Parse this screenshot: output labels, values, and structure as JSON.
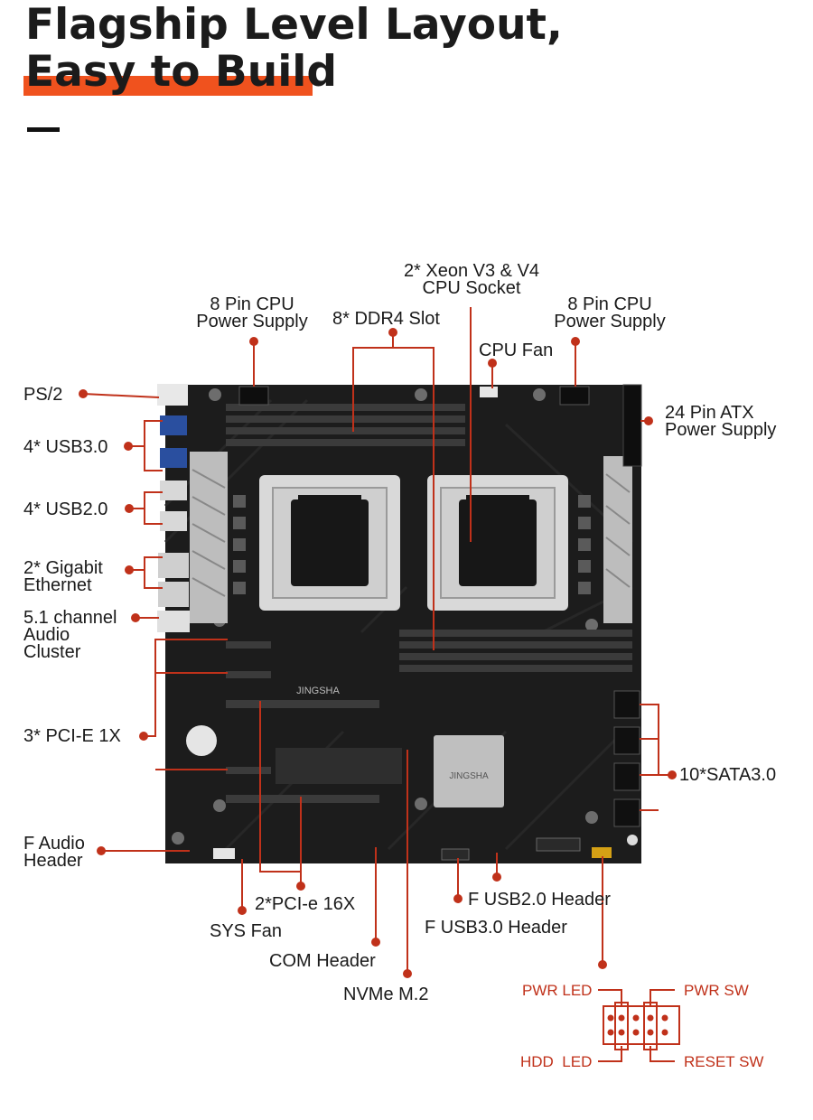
{
  "heading": {
    "line1": "Flagship Level Layout,",
    "line2": "Easy to Build"
  },
  "board": {
    "brand_logo_text": "JINGSHA",
    "heatsink_logo_text": "JINGSHA",
    "accent_color": "#c0311a",
    "board_color": "#1c1c1c"
  },
  "labels": {
    "ps2": "PS/2",
    "usb30": "4* USB3.0",
    "usb20": "4* USB2.0",
    "ethernet": "2* Gigabit\nEthernet",
    "audio": "5.1 channel\nAudio\nCluster",
    "pcie1x": "3* PCI-E 1X",
    "faudio": "F Audio\nHeader",
    "cpu_power_left": "8 Pin CPU\nPower Supply",
    "ddr4": "8* DDR4 Slot",
    "cpu_socket": "2* Xeon V3 & V4\nCPU Socket",
    "cpu_power_right": "8 Pin CPU\nPower Supply",
    "cpu_fan": "CPU Fan",
    "atx24": "24 Pin ATX\nPower Supply",
    "sata": "10*SATA3.0",
    "pcie16x": "2*PCI-e 16X",
    "sys_fan": "SYS Fan",
    "com": "COM Header",
    "nvme": "NVMe M.2",
    "fusb20": "F USB2.0 Header",
    "fusb30": "F USB3.0 Header"
  },
  "front_panel": {
    "pwr_led": "PWR LED",
    "pwr_sw": "PWR SW",
    "hdd_led": "HDD  LED",
    "reset_sw": "RESET SW"
  }
}
